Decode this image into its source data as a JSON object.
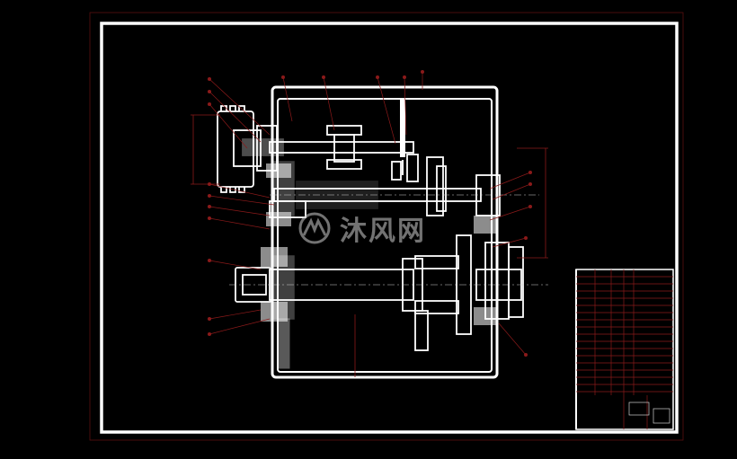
{
  "colors": {
    "background": "#000000",
    "frame": "#ffffff",
    "annotation": "#8b1a1a",
    "watermark": "#cfcfcf"
  },
  "watermark": {
    "text": "沐风网",
    "logo_icon": "mf-logo-icon"
  },
  "drawing": {
    "frame": "drawing-frame",
    "title_block": "title-block-table"
  }
}
